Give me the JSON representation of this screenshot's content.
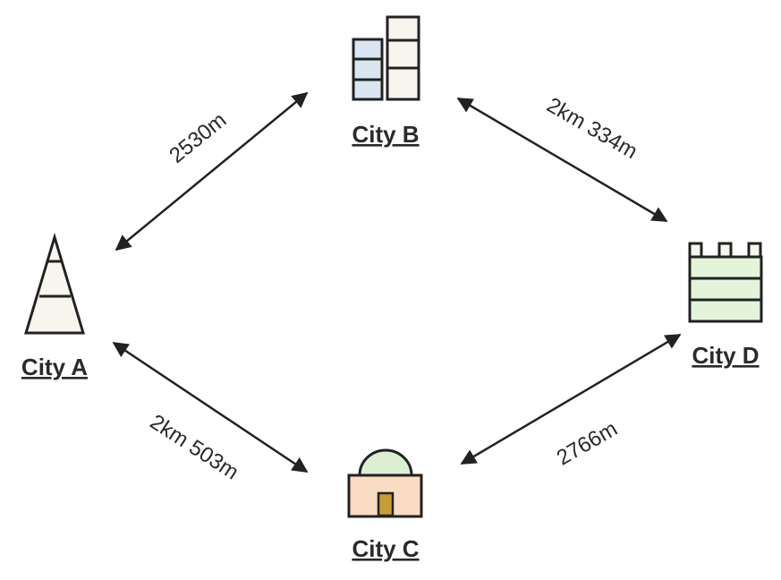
{
  "colors": {
    "line": "#222222",
    "cityA_fill": "#f8f4ee",
    "cityB_blue": "#d9e6f2",
    "cityB_cream": "#f8f4ee",
    "cityC_body": "#f9dcc3",
    "cityC_dome": "#dcefd3",
    "cityC_door": "#c89b34",
    "cityD_fill": "#e3f4da"
  },
  "cities": {
    "a": {
      "label": "City A",
      "icon": "tower-icon"
    },
    "b": {
      "label": "City B",
      "icon": "skyscrapers-icon"
    },
    "c": {
      "label": "City C",
      "icon": "domed-building-icon"
    },
    "d": {
      "label": "City D",
      "icon": "castle-icon"
    }
  },
  "connections": {
    "ab": {
      "distance": "2530m"
    },
    "bd": {
      "distance": "2km 334m"
    },
    "ac": {
      "distance": "2km 503m"
    },
    "cd": {
      "distance": "2766m"
    }
  }
}
